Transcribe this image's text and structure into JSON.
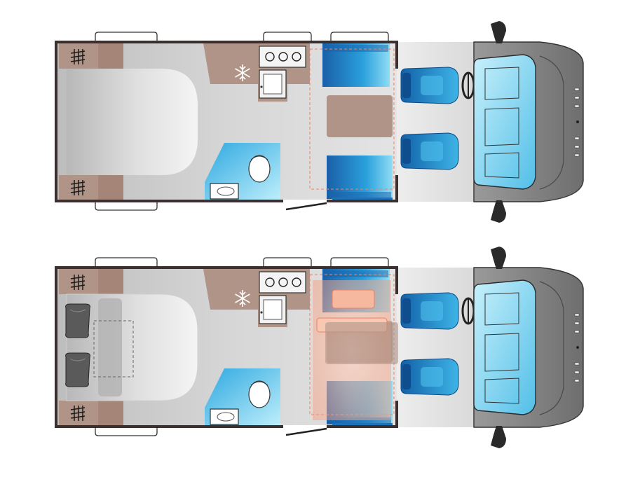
{
  "diagram": {
    "kind": "motorhome-floorplan",
    "layouts": [
      {
        "variant": "day",
        "bed_made_up": false,
        "dinette_converted": false
      },
      {
        "variant": "night",
        "bed_made_up": true,
        "dinette_converted": true
      }
    ],
    "icons": [
      "heater-vent-icon",
      "fridge-snowflake-icon",
      "hob-burner-icon",
      "sink-icon",
      "toilet-icon",
      "washbasin-icon",
      "cab-seat-icon",
      "steering-wheel-icon",
      "mirror-icon",
      "window-icon",
      "door-icon",
      "pillow-icon"
    ],
    "colors": {
      "wall": "#3a3030",
      "floor": "#c9c9c9",
      "floor_light": "#e6e6e6",
      "furniture": "#b09488",
      "upholstery": "#1e72b8",
      "upholstery_light": "#7fd0f0",
      "bathroom": "#43b8e6",
      "cab_body": "#8a8a8a",
      "glass": "#8dd8f2",
      "guide_line": "#f08060",
      "night_highlight": "#f6b49a"
    }
  }
}
